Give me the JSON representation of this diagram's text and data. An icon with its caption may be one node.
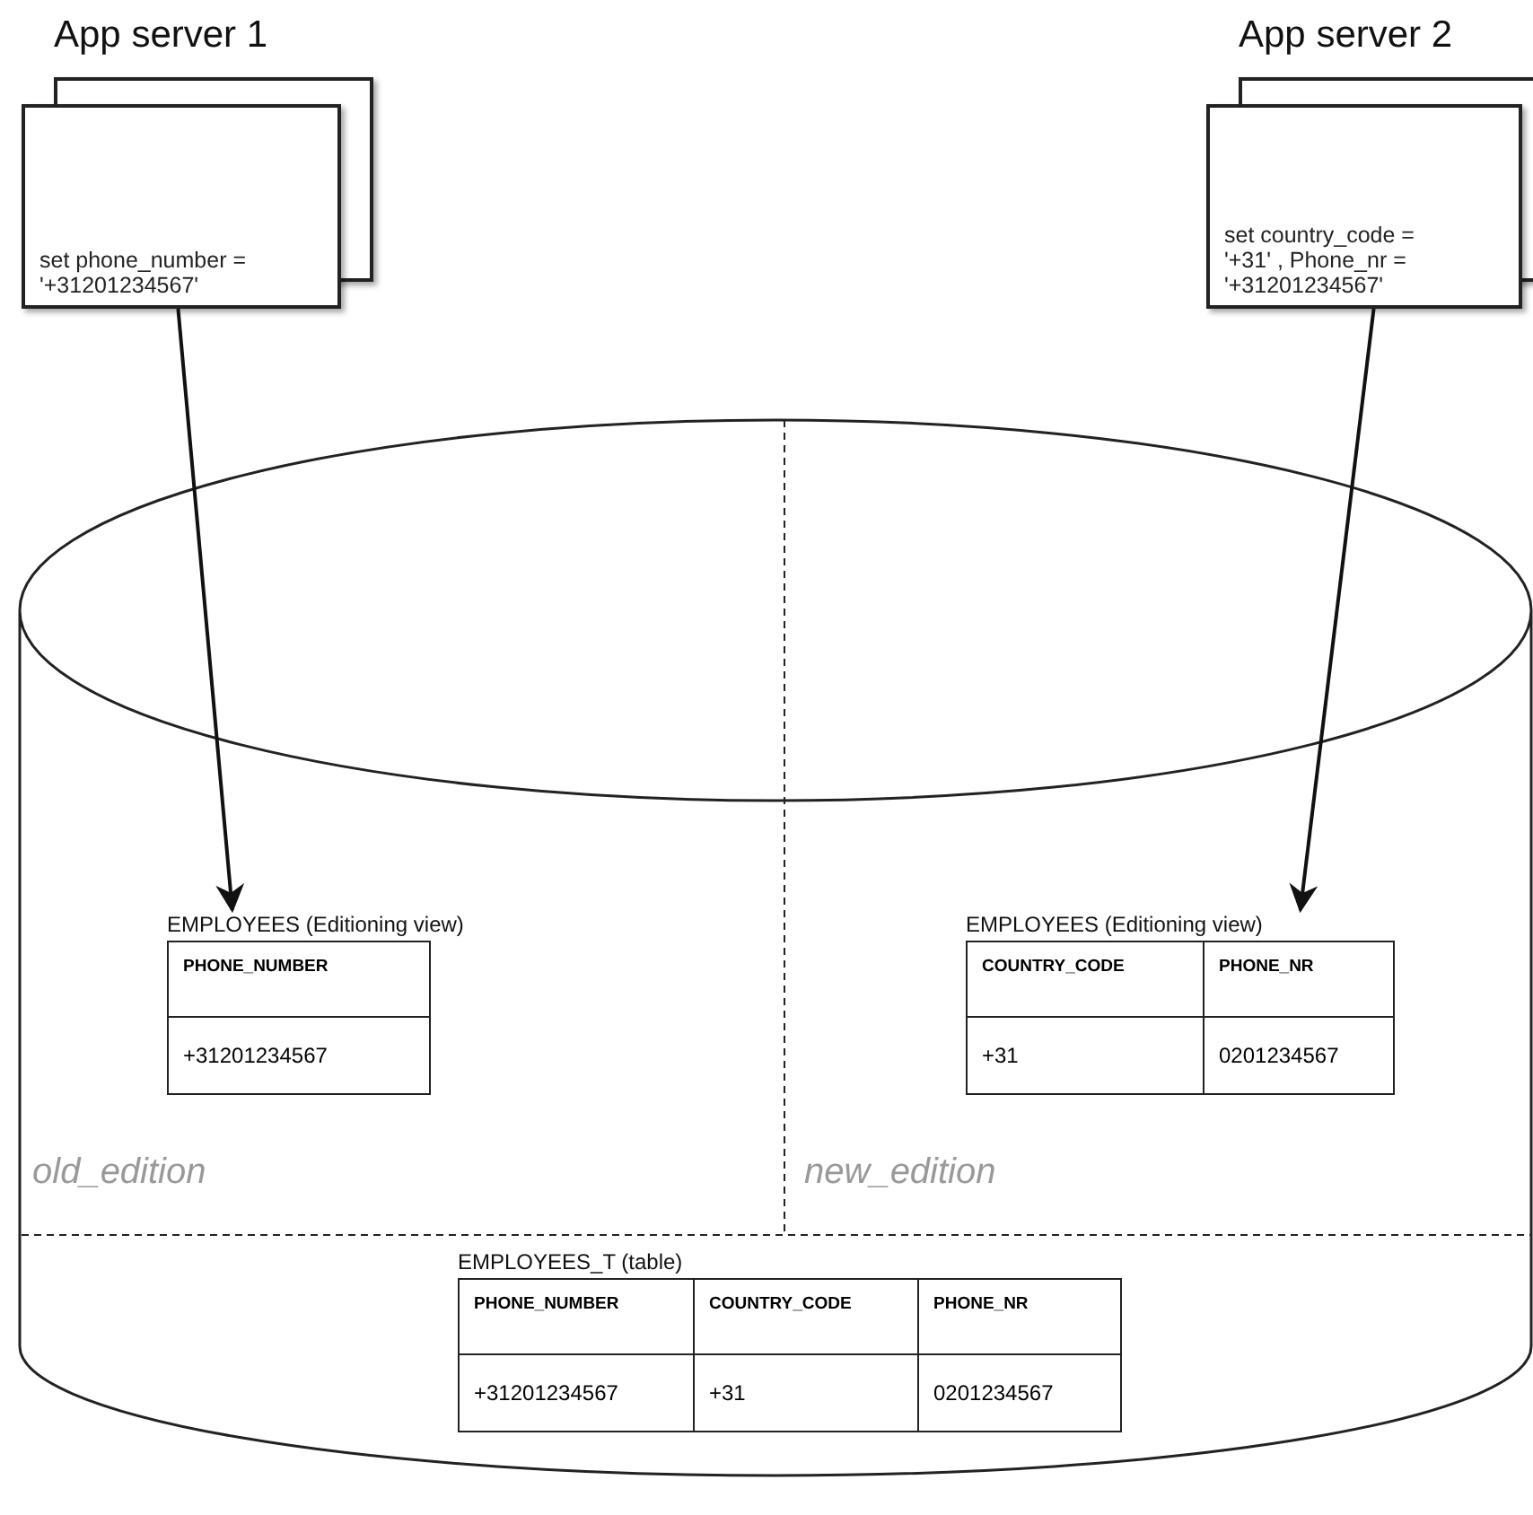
{
  "diagram": {
    "nodes": [
      {
        "text": [
          "App server 1",
          "set phone_number = '+31201234567'"
        ]
      },
      {
        "text": [
          "App server 2",
          "set country_code = '+31' , Phone_nr = '+31201234567'"
        ]
      },
      {
        "text": [],
        "shape": "cylinder"
      },
      {
        "text": [
          "EMPLOYEES (Editioning view)",
          "PHONE_NUMBER",
          "+31201234567"
        ],
        "in": 2
      },
      {
        "text": [
          "EMPLOYEES (Editioning view)",
          "COUNTRY_CODE",
          "PHONE_NR",
          "+31",
          "0201234567"
        ],
        "in": 2
      },
      {
        "text": [
          "EMPLOYEES_T (table)",
          "PHONE_NUMBER",
          "COUNTRY_CODE",
          "PHONE_NR",
          "+31201234567",
          "+31",
          "0201234567"
        ],
        "in": 2
      }
    ],
    "edges": [
      {
        "from": 0,
        "to": 3,
        "arrow": "to"
      },
      {
        "from": 1,
        "to": 4,
        "arrow": "to"
      }
    ],
    "labels": [
      "old_edition",
      "new_edition"
    ]
  }
}
